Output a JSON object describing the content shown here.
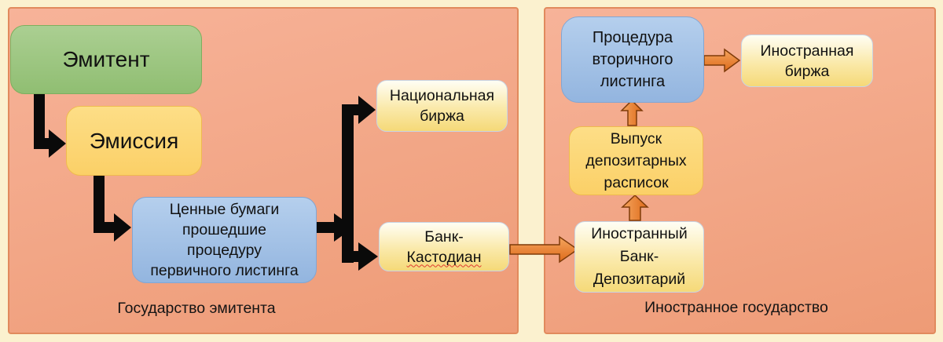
{
  "panels": {
    "issuer": {
      "label": "Государство эмитента"
    },
    "foreign": {
      "label": "Иностранное государство"
    }
  },
  "nodes": {
    "emitent": {
      "text": "Эмитент",
      "color_style": "green"
    },
    "emission": {
      "text": "Эмиссия",
      "color_style": "amber"
    },
    "securities": {
      "lines": [
        "Ценные бумаги",
        "прошедшие",
        "процедуру",
        "первичного листинга"
      ],
      "color_style": "blue"
    },
    "national_exchange": {
      "lines": [
        "Национальная",
        "биржа"
      ],
      "color_style": "cream"
    },
    "custodian": {
      "lines": [
        "Банк-",
        "Кастодиан"
      ],
      "misspell_marked_word": "Кастодиан",
      "color_style": "cream"
    },
    "secondary_listing": {
      "lines": [
        "Процедура",
        "вторичного",
        "листинга"
      ],
      "color_style": "blue"
    },
    "foreign_exchange": {
      "lines": [
        "Иностранная",
        "биржа"
      ],
      "color_style": "cream"
    },
    "depositary_receipts": {
      "lines": [
        "Выпуск",
        "депозитарных",
        "расписок"
      ],
      "color_style": "amber"
    },
    "foreign_depositary": {
      "lines": [
        "Иностранный",
        "Банк-",
        "Депозитарий"
      ],
      "color_style": "cream"
    }
  },
  "edges": [
    {
      "from": "emitent",
      "to": "emission",
      "style": "black-elbow"
    },
    {
      "from": "emission",
      "to": "securities",
      "style": "black-elbow"
    },
    {
      "from": "securities",
      "to": "junction",
      "style": "black"
    },
    {
      "from": "junction",
      "to": "national_exchange",
      "style": "black"
    },
    {
      "from": "junction",
      "to": "custodian",
      "style": "black"
    },
    {
      "from": "custodian",
      "to": "foreign_depositary",
      "style": "orange"
    },
    {
      "from": "foreign_depositary",
      "to": "depositary_receipts",
      "style": "orange"
    },
    {
      "from": "depositary_receipts",
      "to": "secondary_listing",
      "style": "orange"
    },
    {
      "from": "secondary_listing",
      "to": "foreign_exchange",
      "style": "orange"
    }
  ],
  "colors": {
    "background": "#FBF1CF",
    "panel_fill_top": "#F7B399",
    "panel_fill_bottom": "#EE9B76",
    "panel_border": "#E18A5D",
    "green_node": "#9CC67E",
    "amber_node": "#FCD66F",
    "blue_node": "#A3C0E6",
    "cream_node_top": "#FFFEF4",
    "cream_node_bottom": "#F5D978",
    "black_arrow": "#0A0A0A",
    "orange_arrow_light": "#F5A55E",
    "orange_arrow_dark": "#DD6A1A",
    "orange_arrow_outline": "#7E3B09",
    "misspell_underline": "#E03A2F"
  }
}
